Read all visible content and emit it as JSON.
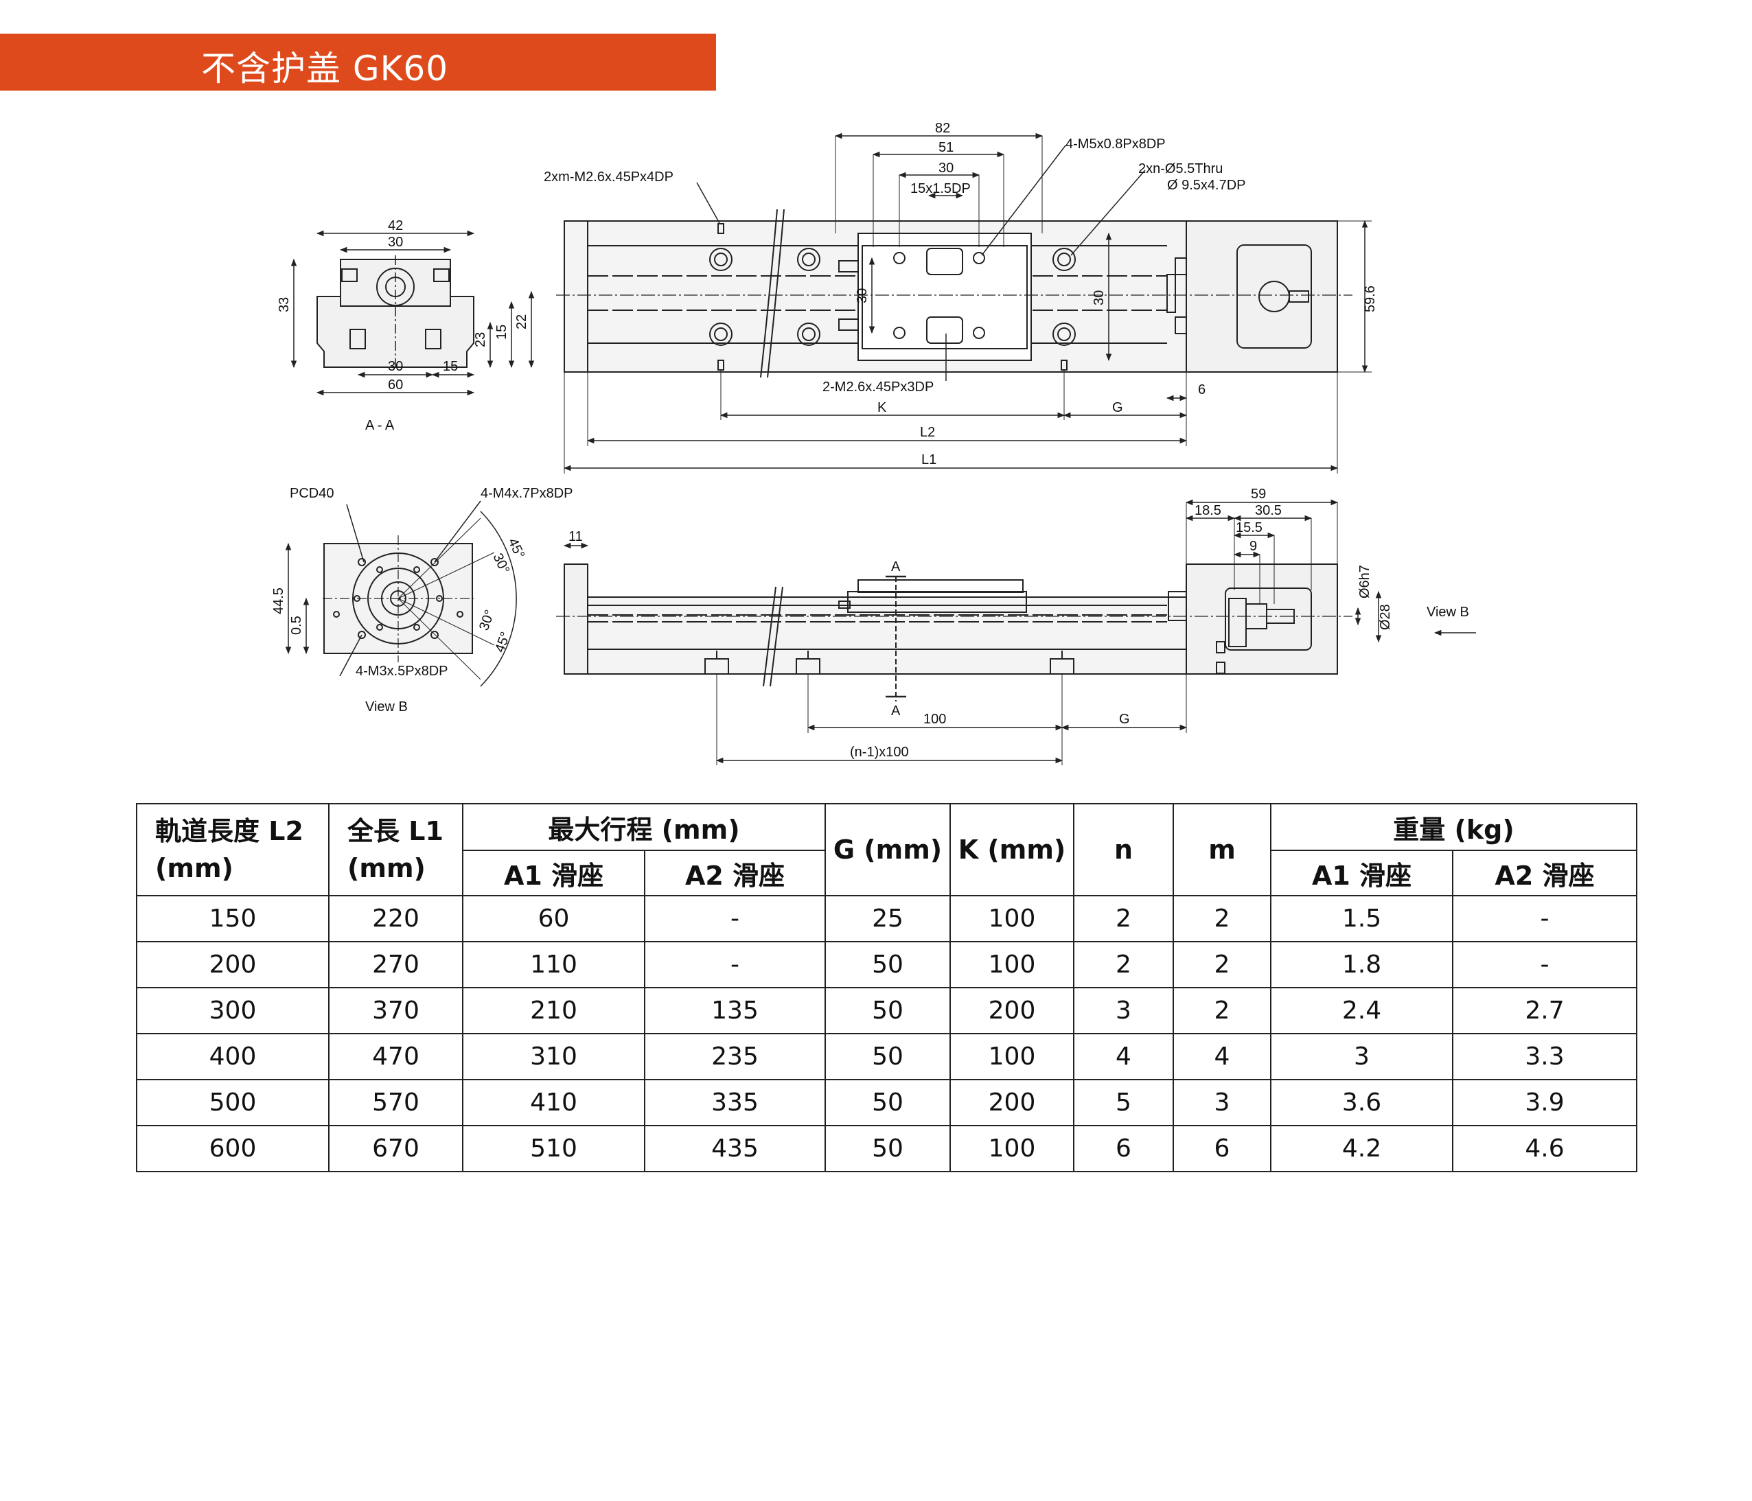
{
  "title": "不含护盖 GK60",
  "drawing": {
    "section_aa": {
      "dims": [
        "42",
        "30",
        "33",
        "15",
        "22",
        "23",
        "30",
        "15",
        "60"
      ],
      "caption": "A - A"
    },
    "top_view": {
      "dims": [
        "82",
        "51",
        "30",
        "15x1.5DP",
        "30",
        "30",
        "59.6",
        "6",
        "K",
        "G",
        "L2",
        "L1"
      ],
      "notes": [
        "4-M5x0.8Px8DP",
        "2xm-M2.6x.45Px4DP",
        "2xn-Ø5.5Thru",
        "Ø 9.5x4.7DP",
        "2-M2.6x.45Px3DP"
      ]
    },
    "view_b": {
      "notes": [
        "PCD40",
        "4-M4x.7Px8DP",
        "4-M3x.5Px8DP"
      ],
      "dims": [
        "44.5",
        "0.5"
      ],
      "angles": [
        "45°",
        "30°",
        "30°",
        "45°"
      ],
      "caption": "View B"
    },
    "side_view": {
      "dims": [
        "11",
        "59",
        "18.5",
        "30.5",
        "15.5",
        "9",
        "Ø6h7",
        "Ø28",
        "100",
        "G",
        "(n-1)x100"
      ],
      "section_marks": [
        "A",
        "A"
      ],
      "view_label": "View B"
    }
  },
  "table": {
    "headers": {
      "rail_length": "軌道長度 L2",
      "rail_unit": "(mm)",
      "total_length": "全長 L1",
      "total_unit": "(mm)",
      "max_stroke": "最大行程 (mm)",
      "a1": "A1 滑座",
      "a2": "A2 滑座",
      "g": "G (mm)",
      "k": "K (mm)",
      "n": "n",
      "m": "m",
      "weight": "重量 (kg)",
      "w_a1": "A1 滑座",
      "w_a2": "A2 滑座"
    },
    "rows": [
      [
        "150",
        "220",
        "60",
        "-",
        "25",
        "100",
        "2",
        "2",
        "1.5",
        "-"
      ],
      [
        "200",
        "270",
        "110",
        "-",
        "50",
        "100",
        "2",
        "2",
        "1.8",
        "-"
      ],
      [
        "300",
        "370",
        "210",
        "135",
        "50",
        "200",
        "3",
        "2",
        "2.4",
        "2.7"
      ],
      [
        "400",
        "470",
        "310",
        "235",
        "50",
        "100",
        "4",
        "4",
        "3",
        "3.3"
      ],
      [
        "500",
        "570",
        "410",
        "335",
        "50",
        "200",
        "5",
        "3",
        "3.6",
        "3.9"
      ],
      [
        "600",
        "670",
        "510",
        "435",
        "50",
        "100",
        "6",
        "6",
        "4.2",
        "4.6"
      ]
    ]
  },
  "colors": {
    "banner": "#de4a1b",
    "line": "#222222",
    "part_fill": "#f1f1f1"
  }
}
